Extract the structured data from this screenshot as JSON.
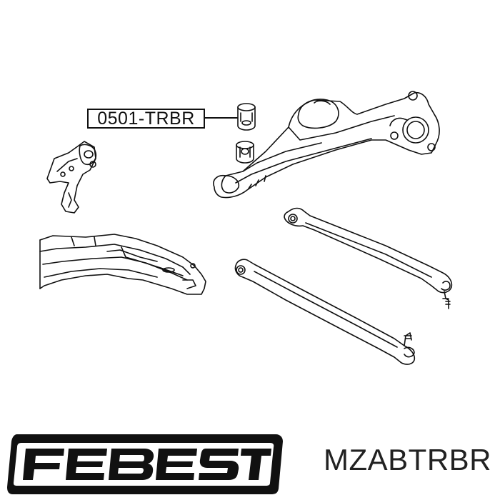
{
  "callout": {
    "part_number": "0501-TRBR"
  },
  "footer": {
    "part_code": "MZABTRBR"
  },
  "logo": {
    "brand": "FEBEST",
    "color": "#111111"
  },
  "colors": {
    "ink": "#111111",
    "background": "#ffffff"
  }
}
